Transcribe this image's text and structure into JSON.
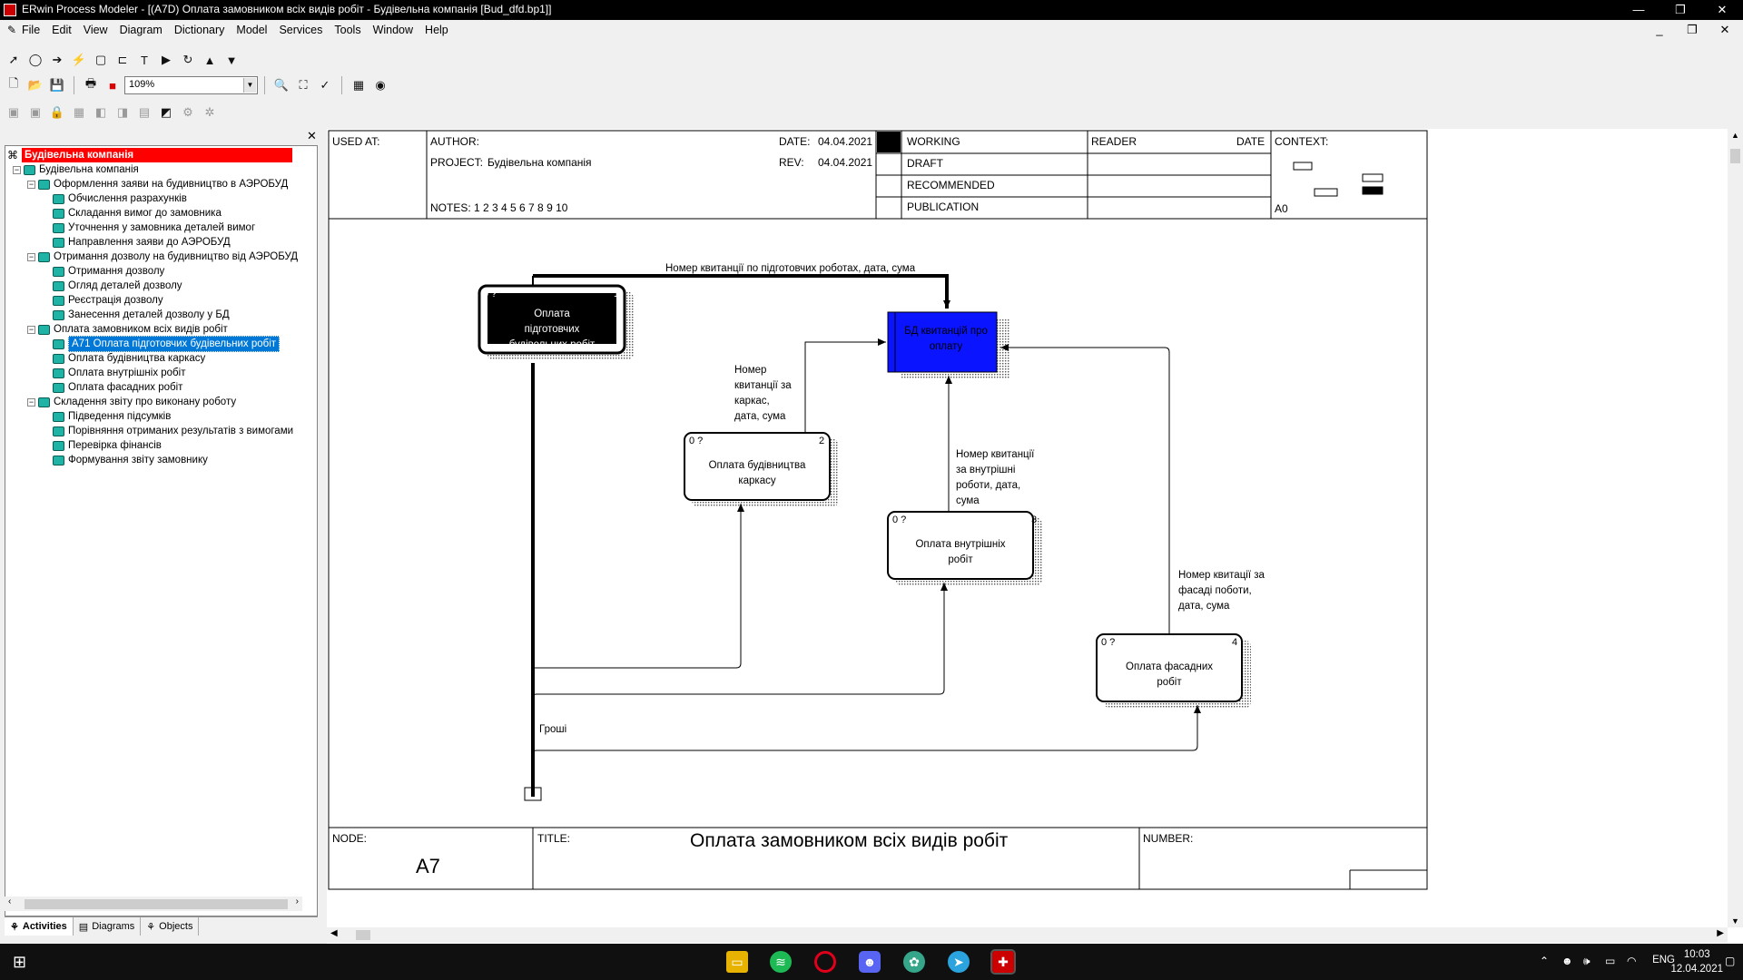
{
  "window": {
    "title": "ERwin Process Modeler - [(A7D) Оплата замовником всіх видів робіт - Будівельна компанія  [Bud_dfd.bp1]]",
    "minimize": "—",
    "restore": "❐",
    "close": "✕"
  },
  "menu": {
    "items": [
      "File",
      "Edit",
      "View",
      "Diagram",
      "Dictionary",
      "Model",
      "Services",
      "Tools",
      "Window",
      "Help"
    ],
    "mdi_minimize": "_",
    "mdi_restore": "❐",
    "mdi_close": "✕"
  },
  "toolbar": {
    "zoom_value": "109%",
    "zoom_arrow": "▼"
  },
  "icons": {
    "pointer": "➚",
    "ellipse": "◯",
    "arrow": "➔",
    "squiggle": "⚡",
    "box": "▢",
    "external": "⊏",
    "text": "T",
    "play": "▶",
    "rotate": "↻",
    "up": "▲",
    "down": "▼",
    "new": "🗋",
    "open": "📂",
    "save": "💾",
    "print": "🖶",
    "color": "■",
    "zoom_in": "🔍",
    "zoom_fit": "⛶",
    "spell": "✓",
    "model_explorer": "▦",
    "report": "◉",
    "tree_close": "✕",
    "close_small": "✕"
  },
  "tree": {
    "root": "Будівельна компанія",
    "items": [
      {
        "label": "Будівельна компанія",
        "level": 0,
        "expander": "−"
      },
      {
        "label": "Оформлення заяви на будивництво в АЭРОБУД",
        "level": 1,
        "expander": "−"
      },
      {
        "label": "Обчислення разрахунків",
        "level": 2
      },
      {
        "label": "Складання вимог до замовника",
        "level": 2
      },
      {
        "label": "Уточнення у замовника деталей вимог",
        "level": 2
      },
      {
        "label": "Направлення заяви до АЭРОБУД",
        "level": 2
      },
      {
        "label": "Отримання дозволу на будивництво від АЭРОБУД",
        "level": 1,
        "expander": "−"
      },
      {
        "label": "Отримання дозволу",
        "level": 2
      },
      {
        "label": "Огляд деталей  дозволу",
        "level": 2
      },
      {
        "label": "Реєстрація  дозволу",
        "level": 2
      },
      {
        "label": "Занесення деталей  дозволу у БД",
        "level": 2
      },
      {
        "label": "Оплата замовником всіх видів робіт",
        "level": 1,
        "expander": "−"
      },
      {
        "label": "A71 Оплата  підготовчих будівельних робіт",
        "level": 2,
        "selected": true
      },
      {
        "label": "Оплата будівництва  каркасу",
        "level": 2
      },
      {
        "label": "Оплата внутрішніх  робіт",
        "level": 2
      },
      {
        "label": "Оплата фасадних  робіт",
        "level": 2
      },
      {
        "label": "Складення звіту  про виконану роботу",
        "level": 1,
        "expander": "−"
      },
      {
        "label": "Підведення  підсумків",
        "level": 2
      },
      {
        "label": "Порівняння  отриманих результатів  з вимогами",
        "level": 2
      },
      {
        "label": "Перевірка  фінансів",
        "level": 2
      },
      {
        "label": "Формування звіту  замовнику",
        "level": 2
      }
    ],
    "tabs": [
      "Activities",
      "Diagrams",
      "Objects"
    ]
  },
  "frame": {
    "used_at": "USED AT:",
    "author_label": "AUTHOR:",
    "project_label": "PROJECT:",
    "project_value": "Будівельна компанія",
    "date_label": "DATE:",
    "date_value": "04.04.2021",
    "rev_label": "REV:",
    "rev_value": "04.04.2021",
    "notes": "NOTES:  1  2  3  4  5  6  7  8  9  10",
    "status": [
      "WORKING",
      "DRAFT",
      "RECOMMENDED",
      "PUBLICATION"
    ],
    "reader": "READER",
    "reader_date": "DATE",
    "context": "CONTEXT:",
    "context_node": "A0",
    "node_label": "NODE:",
    "node_value": "A7",
    "title_label": "TITLE:",
    "title_value": "Оплата замовником всіх видів робіт",
    "number_label": "NUMBER:"
  },
  "diagram": {
    "boxes": [
      {
        "id": "1",
        "label": "Оплата\nпідготовчих\nбудівельних робіт",
        "cost": "0 ?",
        "selected": true
      },
      {
        "id": "2",
        "label": "Оплата будівництва\nкаркасу",
        "cost": "0 ?"
      },
      {
        "id": "3",
        "label": "Оплата внутрішніх\nробіт",
        "cost": "0 ?"
      },
      {
        "id": "4",
        "label": "Оплата фасадних\nробіт",
        "cost": "0 ?"
      }
    ],
    "datastore": {
      "label": "БД квитанцій про\nоплату",
      "color": "#0a14ff"
    },
    "arrows": [
      {
        "label": "Номер квитанції по підготовчих роботах, дата, сума"
      },
      {
        "label": "Номер\nквитанції за\nкаркас,\nдата, сума"
      },
      {
        "label": "Номер квитанції\nза внутрішні\nроботи, дата,\nсума"
      },
      {
        "label": "Номер квитації за\nфасаді поботи,\nдата, сума"
      },
      {
        "label": "Гроші"
      }
    ]
  },
  "taskbar": {
    "lang": "ENG",
    "time": "10:03",
    "date": "12.04.2021"
  }
}
